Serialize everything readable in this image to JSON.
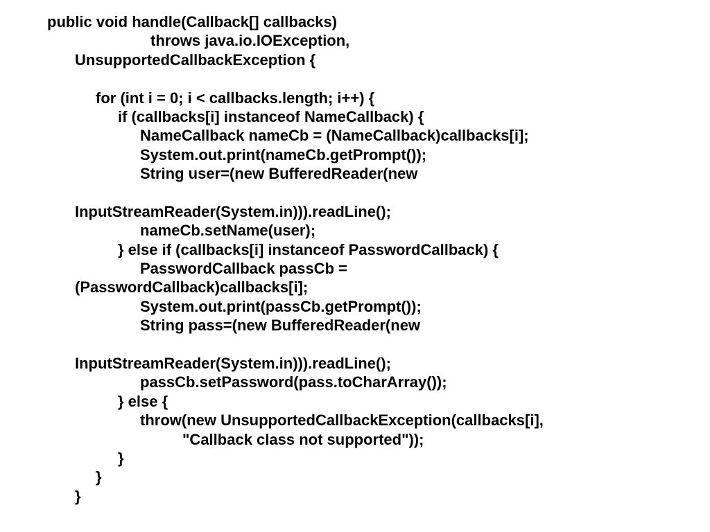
{
  "code": {
    "lines": [
      "public void handle(Callback[] callbacks)",
      "throws java.io.IOException,",
      "UnsupportedCallbackException {",
      "",
      "for (int i = 0; i < callbacks.length; i++) {",
      "if (callbacks[i] instanceof NameCallback) {",
      "NameCallback nameCb = (NameCallback)callbacks[i];",
      "System.out.print(nameCb.getPrompt());",
      "String user=(new BufferedReader(new",
      "",
      "InputStreamReader(System.in))).readLine();",
      "nameCb.setName(user);",
      "} else if (callbacks[i] instanceof PasswordCallback) {",
      "PasswordCallback passCb =",
      "(PasswordCallback)callbacks[i];",
      "System.out.print(passCb.getPrompt());",
      "String pass=(new BufferedReader(new",
      "",
      "InputStreamReader(System.in))).readLine();",
      "passCb.setPassword(pass.toCharArray());",
      "} else {",
      "throw(new UnsupportedCallbackException(callbacks[i],",
      "\"Callback class not supported\"));",
      "}",
      "}",
      "}"
    ]
  }
}
